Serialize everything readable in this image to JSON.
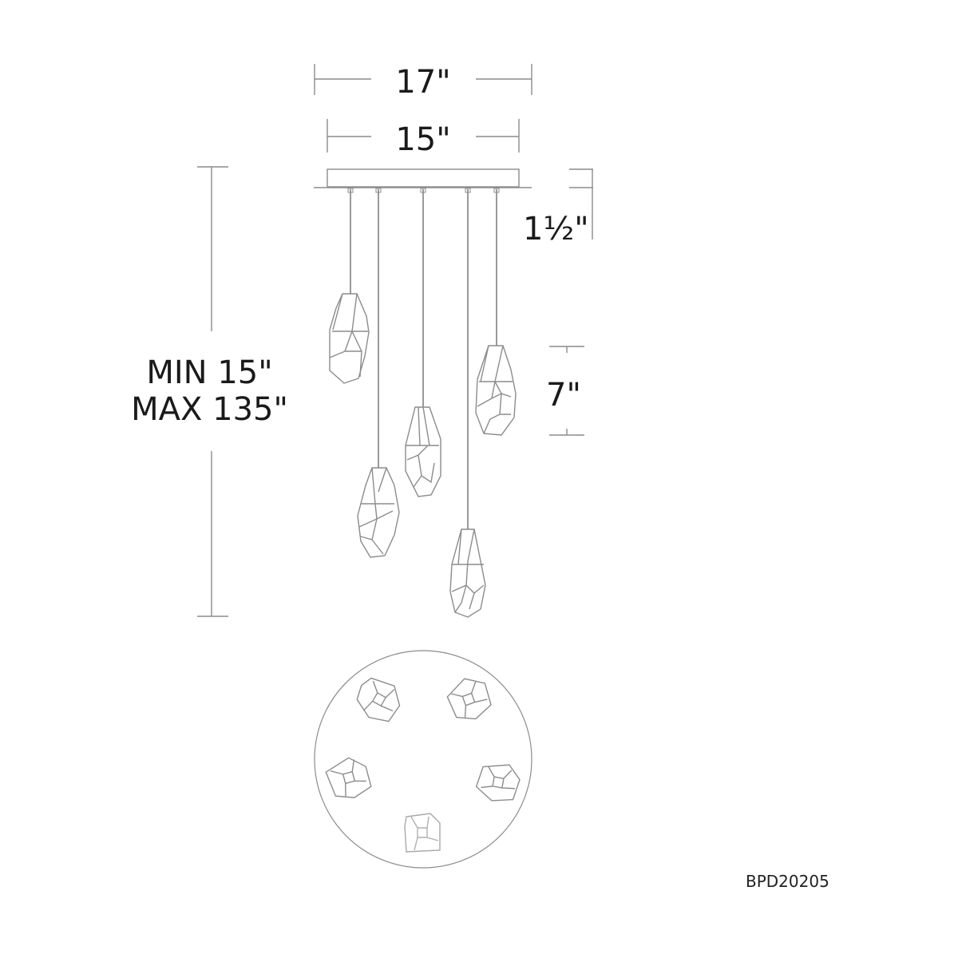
{
  "diagram": {
    "type": "product-dimension-drawing",
    "model_number": "BPD20205",
    "pendant_count": 5,
    "line_color": "#8c8c8c",
    "text_color": "#1a1a1a",
    "dimensions": {
      "overall_width": "17\"",
      "canopy_width": "15\"",
      "canopy_height": "1½\"",
      "pendant_height": "7\"",
      "overall_height_min": "MIN 15\"",
      "overall_height_max": "MAX 135\""
    },
    "views": [
      {
        "name": "elevation-view",
        "elements": [
          "canopy",
          "5 suspension cables",
          "5 faceted crystal pendants"
        ]
      },
      {
        "name": "plan-view",
        "elements": [
          "circular canopy outline",
          "5 crystals arranged in a ring"
        ]
      }
    ]
  }
}
